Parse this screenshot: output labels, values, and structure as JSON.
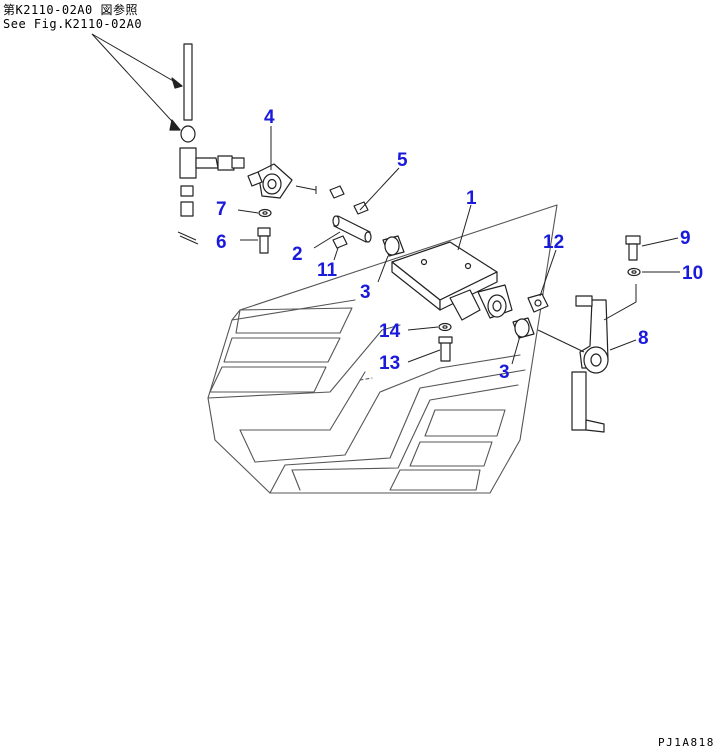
{
  "reference_jp": "第K2110-02A0 図参照",
  "reference_en": "See Fig.K2110-02A0",
  "figure_code": "PJ1A818",
  "callout_color": "#1a1adb",
  "callouts": [
    {
      "id": "c1",
      "label": "1"
    },
    {
      "id": "c2",
      "label": "2"
    },
    {
      "id": "c3a",
      "label": "3"
    },
    {
      "id": "c3b",
      "label": "3"
    },
    {
      "id": "c4",
      "label": "4"
    },
    {
      "id": "c5",
      "label": "5"
    },
    {
      "id": "c6",
      "label": "6"
    },
    {
      "id": "c7",
      "label": "7"
    },
    {
      "id": "c8",
      "label": "8"
    },
    {
      "id": "c9",
      "label": "9"
    },
    {
      "id": "c10",
      "label": "10"
    },
    {
      "id": "c11",
      "label": "11"
    },
    {
      "id": "c12",
      "label": "12"
    },
    {
      "id": "c13",
      "label": "13"
    },
    {
      "id": "c14",
      "label": "14"
    }
  ]
}
